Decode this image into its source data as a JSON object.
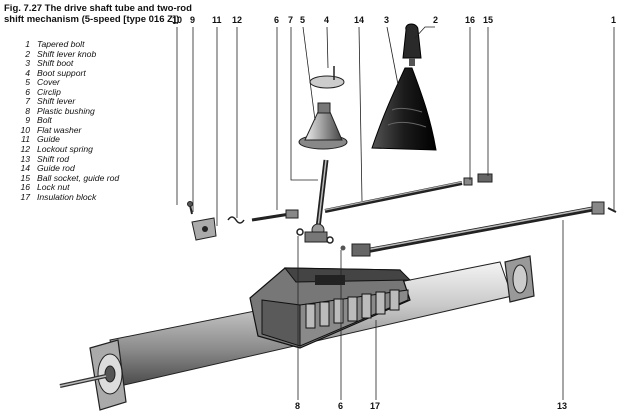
{
  "caption": {
    "line1": "Fig. 7.27 The drive shaft tube and two-rod",
    "line2": "shift mechanism (5-speed [type 016 Z])"
  },
  "legend": [
    {
      "num": "1",
      "label": "Tapered bolt"
    },
    {
      "num": "2",
      "label": "Shift lever knob"
    },
    {
      "num": "3",
      "label": "Shift boot"
    },
    {
      "num": "4",
      "label": "Boot support"
    },
    {
      "num": "5",
      "label": "Cover"
    },
    {
      "num": "6",
      "label": "Circlip"
    },
    {
      "num": "7",
      "label": "Shift lever"
    },
    {
      "num": "8",
      "label": "Plastic bushing"
    },
    {
      "num": "9",
      "label": "Bolt"
    },
    {
      "num": "10",
      "label": "Flat washer"
    },
    {
      "num": "11",
      "label": "Guide"
    },
    {
      "num": "12",
      "label": "Lockout spring"
    },
    {
      "num": "13",
      "label": "Shift rod"
    },
    {
      "num": "14",
      "label": "Guide rod"
    },
    {
      "num": "15",
      "label": "Ball socket, guide rod"
    },
    {
      "num": "16",
      "label": "Lock nut"
    },
    {
      "num": "17",
      "label": "Insulation block"
    }
  ],
  "callouts_top": [
    "10",
    "9",
    "11",
    "12",
    "6",
    "7",
    "5",
    "4",
    "14",
    "3",
    "2",
    "16",
    "15",
    "1"
  ],
  "callouts_bottom": [
    "8",
    "6",
    "17",
    "13"
  ]
}
